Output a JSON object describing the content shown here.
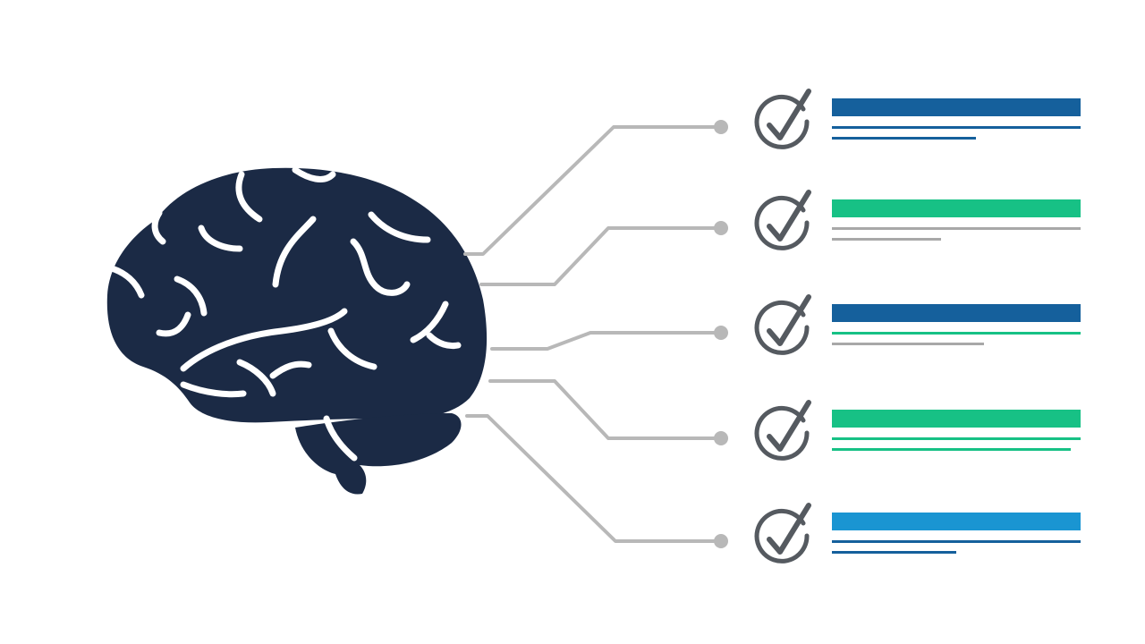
{
  "colors": {
    "background": "#ffffff",
    "brain": "#1b2a45",
    "brain_folds": "#ffffff",
    "connector": "#b8b8b8",
    "check": "#555a60",
    "blue": "#15609c",
    "green": "#17c185",
    "light_blue": "#1a95d2",
    "gray_line": "#a8a8a8"
  },
  "brain": {
    "icon": "brain-icon"
  },
  "items": [
    {
      "icon": "check-circle-icon",
      "bar_color": "blue",
      "line1_color": "blue",
      "line2_color": "blue",
      "line2_length": 0.58
    },
    {
      "icon": "check-circle-icon",
      "bar_color": "green",
      "line1_color": "gray_line",
      "line2_color": "gray_line",
      "line2_length": 0.44
    },
    {
      "icon": "check-circle-icon",
      "bar_color": "blue",
      "line1_color": "green",
      "line2_color": "gray_line",
      "line2_length": 0.61
    },
    {
      "icon": "check-circle-icon",
      "bar_color": "green",
      "line1_color": "green",
      "line2_color": "green",
      "line2_length": 0.96
    },
    {
      "icon": "check-circle-icon",
      "bar_color": "light_blue",
      "line1_color": "blue",
      "line2_color": "blue",
      "line2_length": 0.5
    }
  ]
}
